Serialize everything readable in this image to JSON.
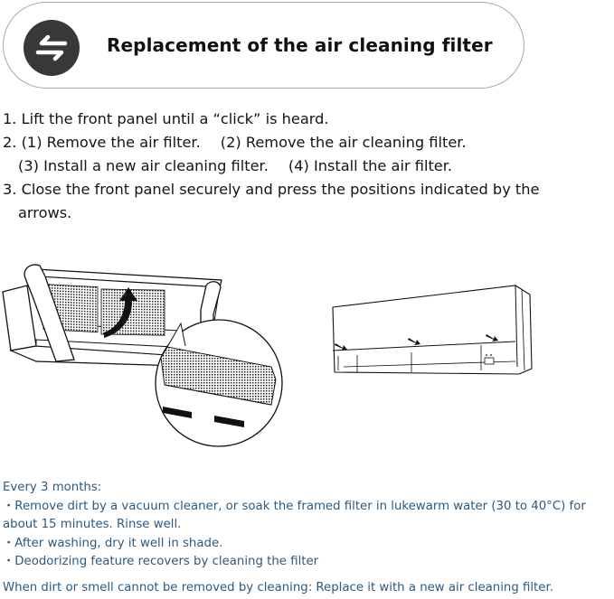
{
  "header": {
    "icon": "swap-arrows-icon",
    "title": "Replacement of the air cleaning filter"
  },
  "steps": [
    {
      "text": "1. Lift the front panel until a “click” is heard."
    },
    {
      "part_a": "2. (1) Remove the air filter.",
      "part_b": "(2) Remove the air cleaning filter."
    },
    {
      "part_a": "(3) Install a new air cleaning filter.",
      "part_b": "(4) Install the air filter."
    },
    {
      "text": "3. Close the front panel securely and press the positions indicated by the"
    },
    {
      "text": "arrows."
    }
  ],
  "illustrations": {
    "left": "open-indoor-unit-lifting-panel-with-filter-closeup",
    "right": "closed-indoor-unit-with-press-arrows"
  },
  "notes": {
    "heading": "Every 3 months:",
    "bullet_mark": "・",
    "bullets": [
      "Remove dirt by a vacuum cleaner, or soak the framed filter in lukewarm water (30 to 40°C) for",
      "After washing, dry it well in shade.",
      "Deodorizing feature recovers by cleaning the filter"
    ],
    "bullet_1_cont": "about 15 minutes. Rinse well.",
    "footer": "When dirt or smell cannot be removed by cleaning: Replace it with a new air cleaning filter."
  },
  "colors": {
    "note_text": "#2d5a80",
    "icon_bg": "#3a3737",
    "pill_border": "#a8a8a8"
  }
}
